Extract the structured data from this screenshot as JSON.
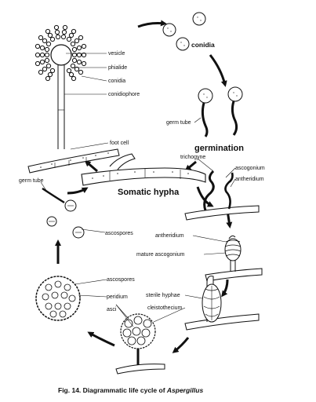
{
  "diagram": {
    "labels": {
      "vesicle": "vesicle",
      "phialide": "phialide",
      "conidia_left": "conidia",
      "conidiophore": "conidiophore",
      "foot_cell": "foot cell",
      "conidia_right": "conidia",
      "germ_tube_top": "germ tube",
      "germination": "germination",
      "trichogyne": "trichogyne",
      "ascogonium": "ascogonium",
      "antheridium_top": "antheridium",
      "somatic_hypha": "Somatic hypha",
      "germ_tube_left": "germ tube",
      "ascospores_left": "ascospores",
      "antheridium_mid": "antheridium",
      "mature_ascogonium": "mature ascogonium",
      "ascospores_bottom": "ascospores",
      "peridium": "peridium",
      "asci": "asci",
      "sterile_hyphae": "sterile hyphae",
      "cleistothecium": "cleistothecium"
    },
    "caption_prefix": "Fig. 14. Diagrammatic life cycle of ",
    "caption_genus": "Aspergillus"
  }
}
